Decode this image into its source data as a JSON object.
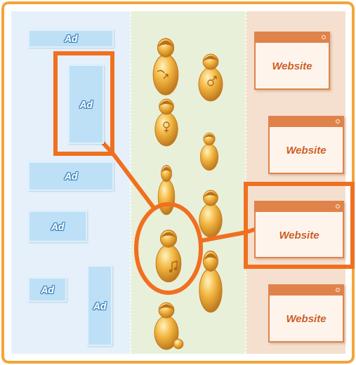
{
  "diagram": {
    "nodes": [
      {
        "text": [
          "Ad"
        ]
      },
      {
        "text": [
          "Ad"
        ]
      },
      {
        "text": [
          "Ad"
        ]
      },
      {
        "text": [
          "Ad"
        ]
      },
      {
        "text": [
          "Ad"
        ]
      },
      {
        "text": [
          "Ad"
        ]
      },
      {
        "text": [
          "Website"
        ]
      },
      {
        "text": [
          "Website"
        ]
      },
      {
        "text": [
          "Website"
        ]
      },
      {
        "text": [
          "Website"
        ]
      }
    ],
    "edges": [
      {
        "from": 1,
        "to": 8,
        "arrow": "none"
      }
    ]
  }
}
